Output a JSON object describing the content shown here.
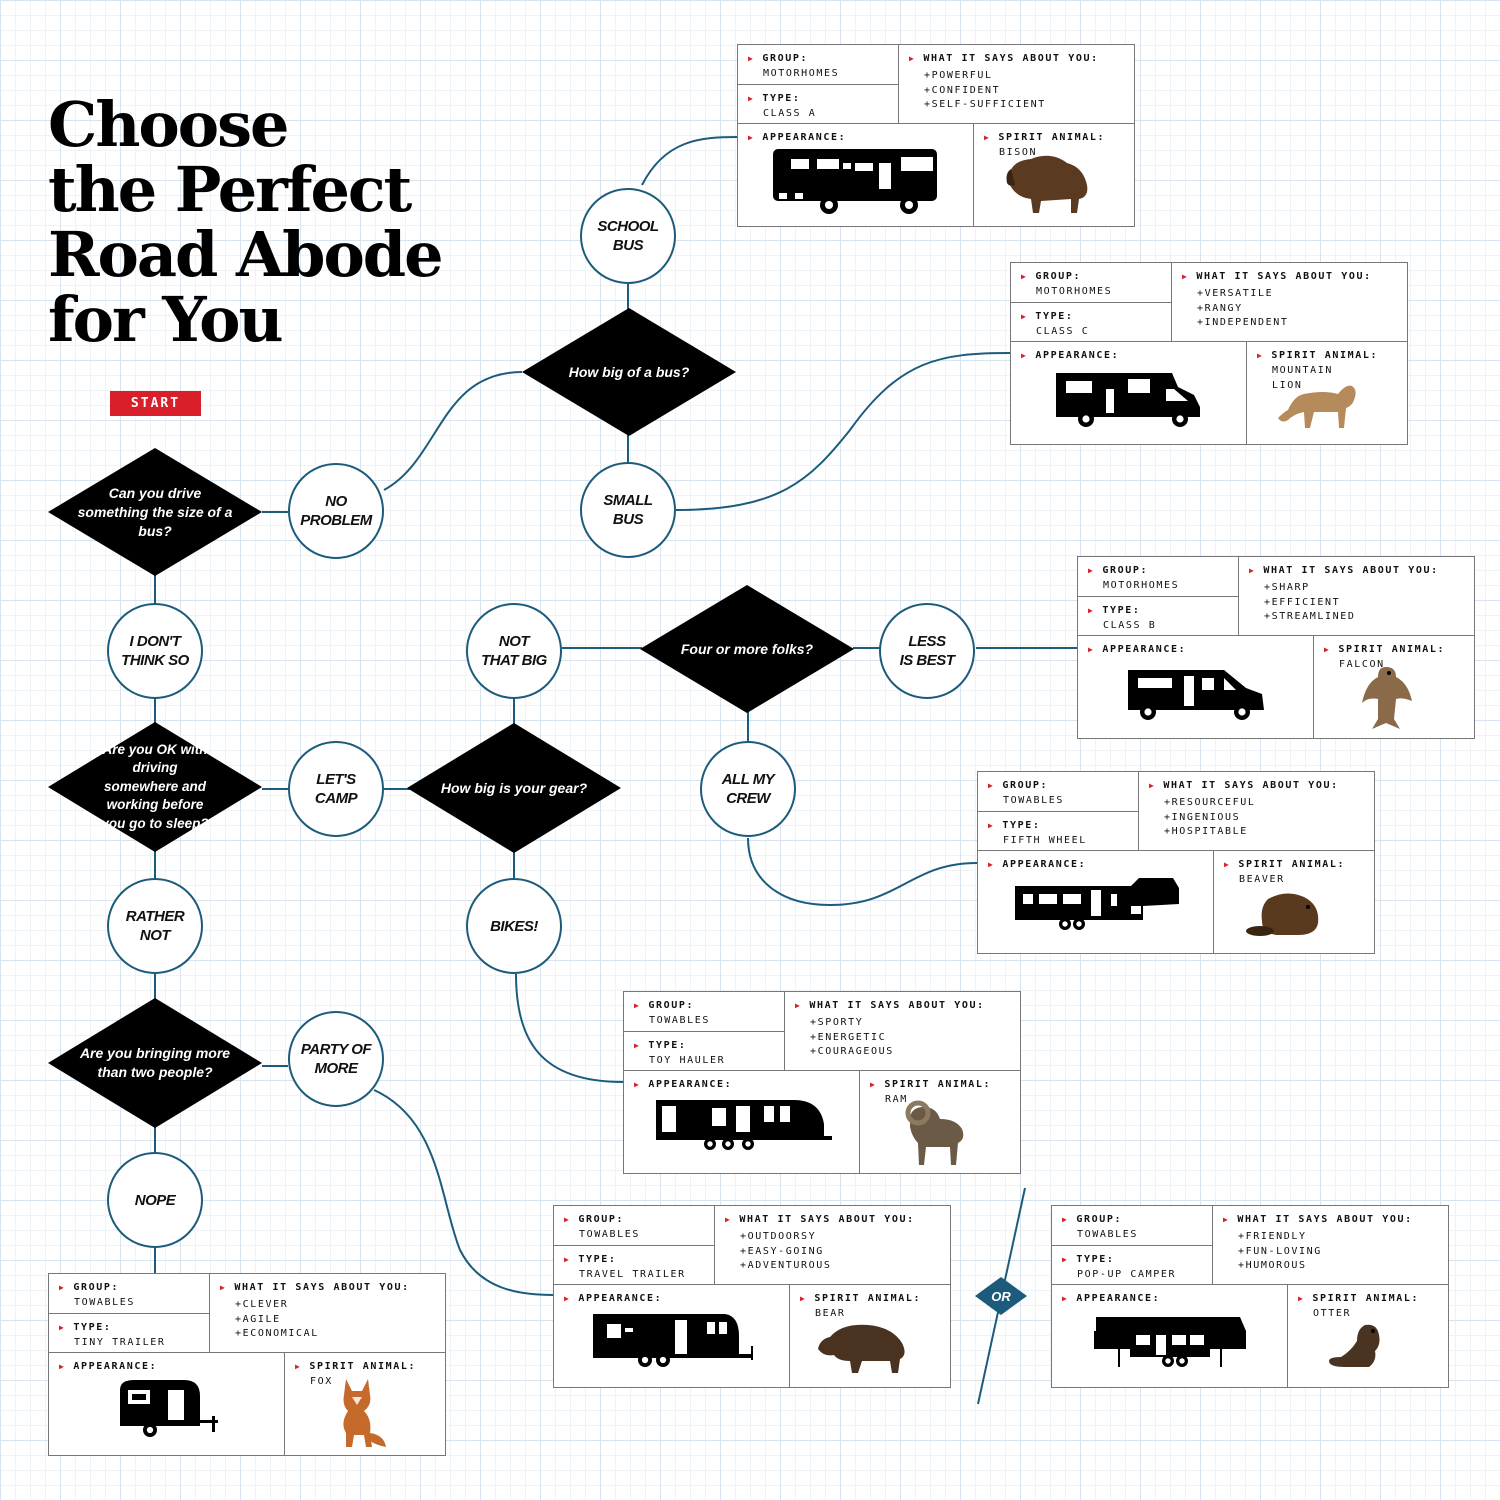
{
  "title_lines": [
    "Choose",
    "the Perfect",
    "Road Abode",
    "for You"
  ],
  "start_label": "START",
  "colors": {
    "line": "#1d5b7c",
    "accent": "#d81f2a",
    "ink": "#000000"
  },
  "questions": {
    "q1": "Can you drive something the size of a bus?",
    "q2": "Are you OK with driving somewhere and working before you go to sleep?",
    "q3": "Are you bringing more than two people?",
    "q4": "How big of a bus?",
    "q5": "How big is your gear?",
    "q6": "Four or more folks?"
  },
  "answers": {
    "no_problem": "NO\nPROBLEM",
    "dont_think": "I DON'T\nTHINK SO",
    "lets_camp": "LET'S\nCAMP",
    "rather_not": "RATHER\nNOT",
    "party": "PARTY OF\nMORE",
    "nope": "NOPE",
    "school_bus": "SCHOOL\nBUS",
    "small_bus": "SMALL\nBUS",
    "not_big": "NOT\nTHAT BIG",
    "bikes": "BIKES!",
    "less_best": "LESS\nIS BEST",
    "all_crew": "ALL MY\nCREW"
  },
  "or_label": "OR",
  "card_labels": {
    "group": "GROUP:",
    "type": "TYPE:",
    "says": "WHAT IT SAYS ABOUT YOU:",
    "appearance": "APPEARANCE:",
    "spirit": "SPIRIT ANIMAL:"
  },
  "cards": {
    "class_a": {
      "group": "MOTORHOMES",
      "type": "CLASS A",
      "traits": [
        "+POWERFUL",
        "+CONFIDENT",
        "+SELF-SUFFICIENT"
      ],
      "animal": "BISON",
      "vehicle_icon": "class-a-motorhome-icon",
      "animal_icon": "bison-icon"
    },
    "class_c": {
      "group": "MOTORHOMES",
      "type": "CLASS C",
      "traits": [
        "+VERSATILE",
        "+RANGY",
        "+INDEPENDENT"
      ],
      "animal": "MOUNTAIN\nLION",
      "vehicle_icon": "class-c-motorhome-icon",
      "animal_icon": "mountain-lion-icon"
    },
    "class_b": {
      "group": "MOTORHOMES",
      "type": "CLASS B",
      "traits": [
        "+SHARP",
        "+EFFICIENT",
        "+STREAMLINED"
      ],
      "animal": "FALCON",
      "vehicle_icon": "class-b-van-icon",
      "animal_icon": "falcon-icon"
    },
    "fifth_wheel": {
      "group": "TOWABLES",
      "type": "FIFTH WHEEL",
      "traits": [
        "+RESOURCEFUL",
        "+INGENIOUS",
        "+HOSPITABLE"
      ],
      "animal": "BEAVER",
      "vehicle_icon": "fifth-wheel-icon",
      "animal_icon": "beaver-icon"
    },
    "toy_hauler": {
      "group": "TOWABLES",
      "type": "TOY HAULER",
      "traits": [
        "+SPORTY",
        "+ENERGETIC",
        "+COURAGEOUS"
      ],
      "animal": "RAM",
      "vehicle_icon": "toy-hauler-icon",
      "animal_icon": "ram-icon"
    },
    "travel_trailer": {
      "group": "TOWABLES",
      "type": "TRAVEL TRAILER",
      "traits": [
        "+OUTDOORSY",
        "+EASY-GOING",
        "+ADVENTUROUS"
      ],
      "animal": "BEAR",
      "vehicle_icon": "travel-trailer-icon",
      "animal_icon": "bear-icon"
    },
    "popup": {
      "group": "TOWABLES",
      "type": "POP-UP CAMPER",
      "traits": [
        "+FRIENDLY",
        "+FUN-LOVING",
        "+HUMOROUS"
      ],
      "animal": "OTTER",
      "vehicle_icon": "pop-up-camper-icon",
      "animal_icon": "otter-icon"
    },
    "tiny": {
      "group": "TOWABLES",
      "type": "TINY TRAILER",
      "traits": [
        "+CLEVER",
        "+AGILE",
        "+ECONOMICAL"
      ],
      "animal": "FOX",
      "vehicle_icon": "tiny-trailer-icon",
      "animal_icon": "fox-icon"
    }
  }
}
